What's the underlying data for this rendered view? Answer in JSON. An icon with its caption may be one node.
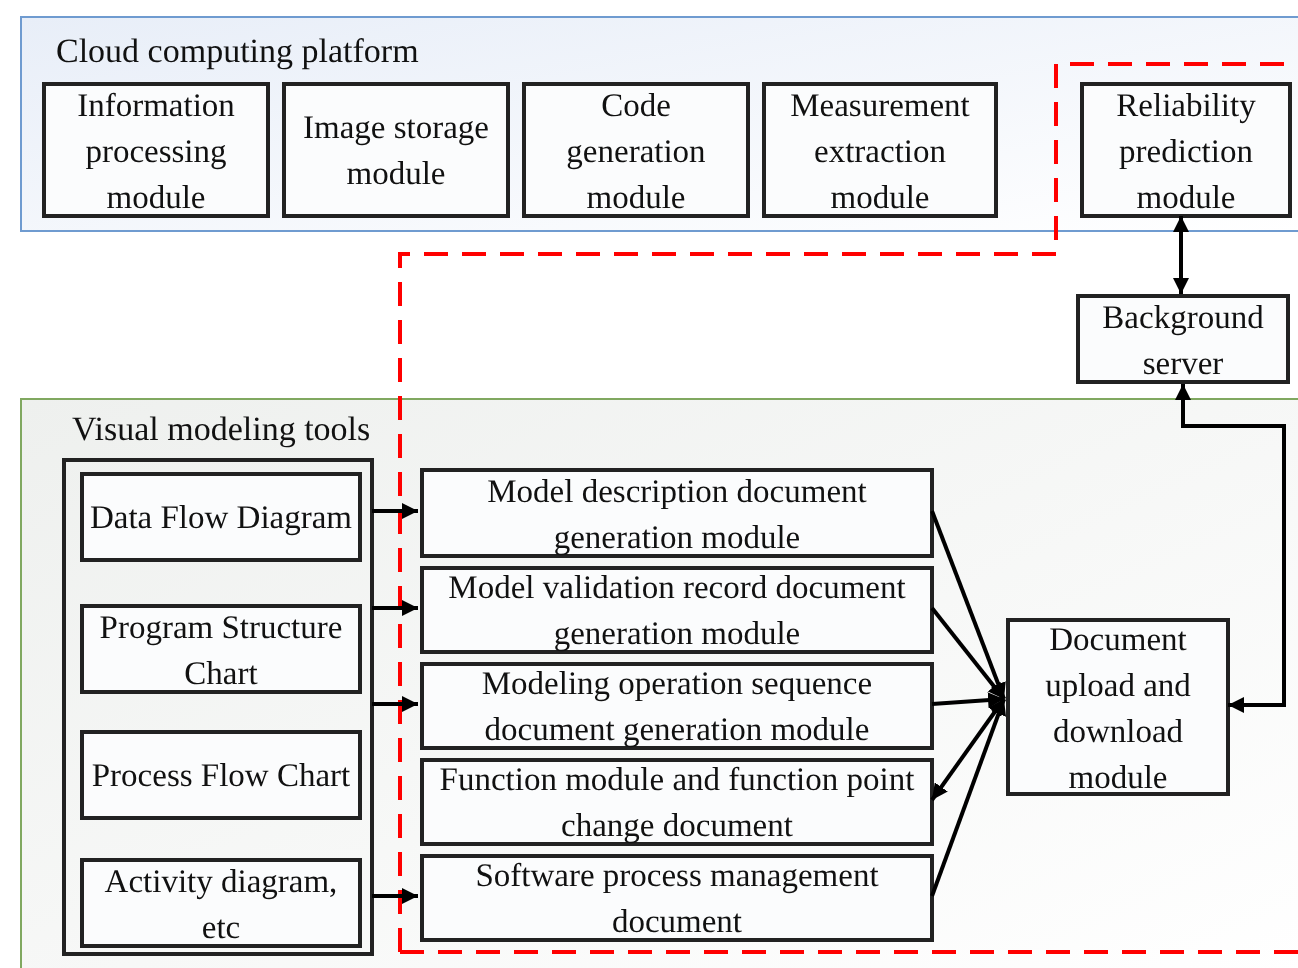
{
  "diagram": {
    "nodes": [
      {
        "text": [
          "Cloud computing platform"
        ]
      },
      {
        "text": [
          "Information processing module"
        ],
        "in": 0
      },
      {
        "text": [
          "Image storage module"
        ],
        "in": 0
      },
      {
        "text": [
          "Code generation module"
        ],
        "in": 0
      },
      {
        "text": [
          "Measurement extraction module"
        ],
        "in": 0
      },
      {
        "text": [
          "Reliability prediction module"
        ],
        "in": 0
      },
      {
        "text": [
          "Background server"
        ]
      },
      {
        "text": [
          "Visual modeling tools"
        ]
      },
      {
        "text": [],
        "shape": "box",
        "in": 7
      },
      {
        "text": [
          "Data Flow Diagram"
        ],
        "in": 8
      },
      {
        "text": [
          "Program Structure Chart"
        ],
        "in": 8
      },
      {
        "text": [
          "Process Flow Chart"
        ],
        "in": 8
      },
      {
        "text": [
          "Activity diagram, etc"
        ],
        "in": 8
      },
      {
        "text": [
          "Model description document generation module"
        ],
        "in": 7
      },
      {
        "text": [
          "Model validation record document generation module"
        ],
        "in": 7
      },
      {
        "text": [
          "Modeling operation sequence document generation module"
        ],
        "in": 7
      },
      {
        "text": [
          "Function module and function point change document"
        ],
        "in": 7
      },
      {
        "text": [
          "Software process management document"
        ],
        "in": 7
      },
      {
        "text": [
          "Document upload and download module"
        ],
        "in": 7
      }
    ],
    "edges": [
      {
        "from": 8,
        "to": 13,
        "arrow": "to"
      },
      {
        "from": 8,
        "to": 14,
        "arrow": "to"
      },
      {
        "from": 8,
        "to": 15,
        "arrow": "to"
      },
      {
        "from": 8,
        "to": 17,
        "arrow": "to"
      },
      {
        "from": 13,
        "to": 18,
        "arrow": "to"
      },
      {
        "from": 14,
        "to": 18,
        "arrow": "to"
      },
      {
        "from": 15,
        "to": 18,
        "arrow": "to"
      },
      {
        "from": 16,
        "to": 18,
        "arrow": "both"
      },
      {
        "from": 17,
        "to": 18,
        "arrow": "to"
      },
      {
        "from": 5,
        "to": 6,
        "arrow": "both"
      },
      {
        "from": 6,
        "to": 18,
        "arrow": "both"
      }
    ]
  }
}
